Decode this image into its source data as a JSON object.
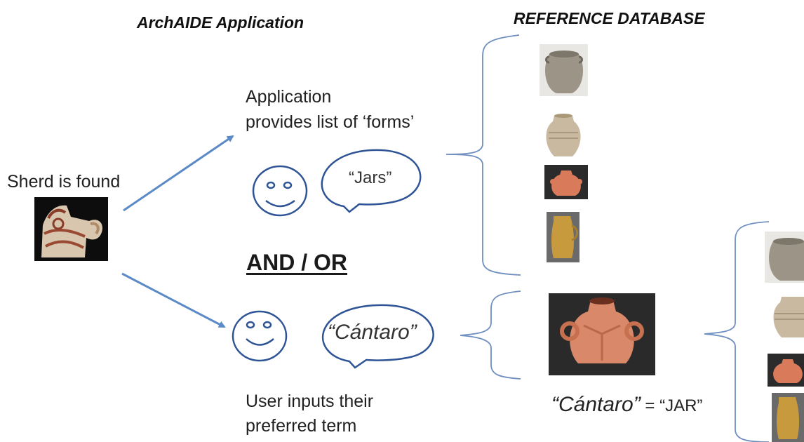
{
  "headers": {
    "application": "ArchAIDE Application",
    "reference_db": "REFERENCE DATABASE"
  },
  "sherd": {
    "label": "Sherd is found"
  },
  "application_path": {
    "line1": "Application",
    "line2": "provides list of ‘forms’",
    "bubble": "“Jars”"
  },
  "connector": {
    "label": "AND / OR"
  },
  "user_path": {
    "bubble": "“Cántaro”",
    "line1": "User inputs their",
    "line2": "preferred term"
  },
  "equivalence": {
    "term": "“Cántaro”",
    "rest": " = “JAR”"
  },
  "colors": {
    "arrow": "#5b8ac6",
    "outline": "#2f5496",
    "bracket": "#6f8fbf"
  },
  "icons": [
    "smiley-face-icon",
    "speech-bubble-icon",
    "arrow-icon",
    "bracket-icon"
  ]
}
